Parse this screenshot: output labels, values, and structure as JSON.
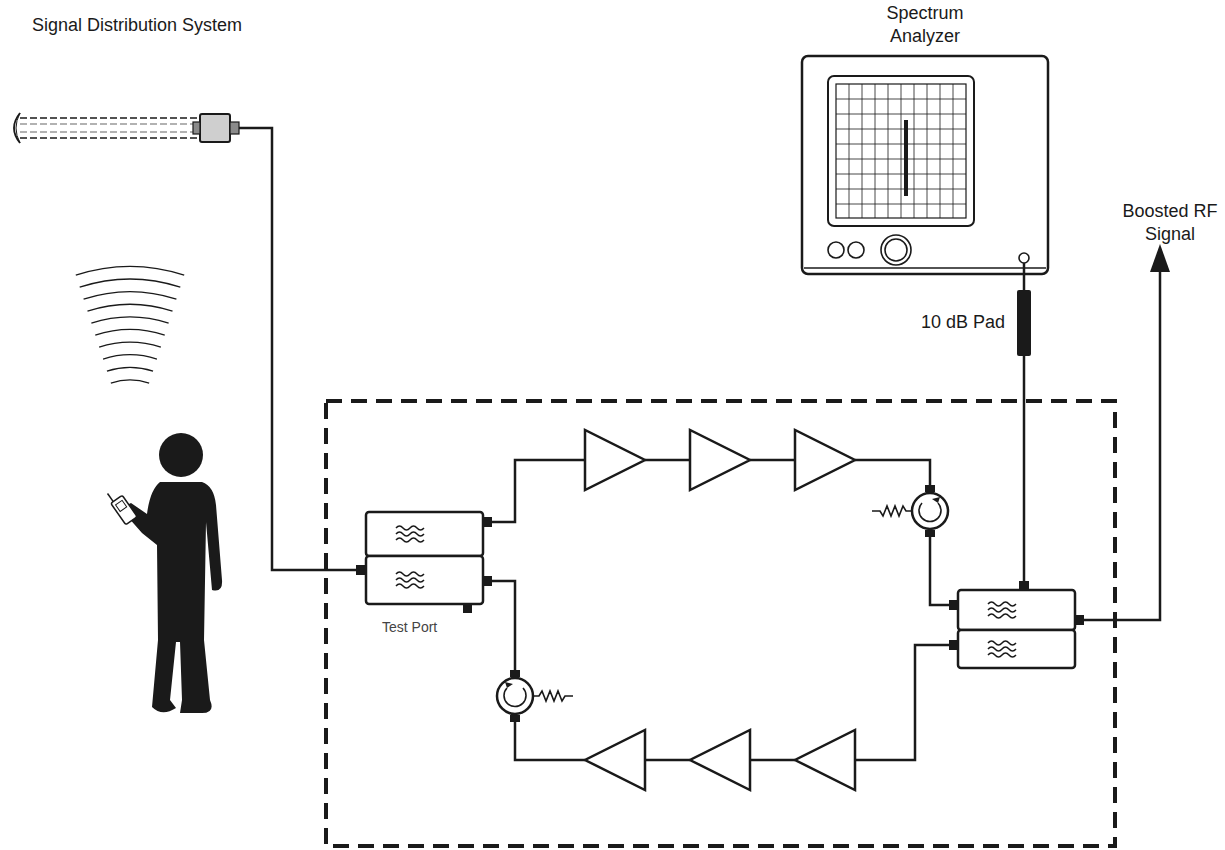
{
  "diagram": {
    "nodes": [
      {
        "text": [
          "Spectrum Analyzer"
        ]
      },
      {
        "text": [
          "10 dB Pad"
        ]
      }
    ],
    "edges": [
      {
        "from": 0,
        "to": 1,
        "arrow": "none"
      }
    ],
    "labels": [
      "Signal Distribution System",
      "Boosted RF Signal",
      "Test Port"
    ]
  }
}
